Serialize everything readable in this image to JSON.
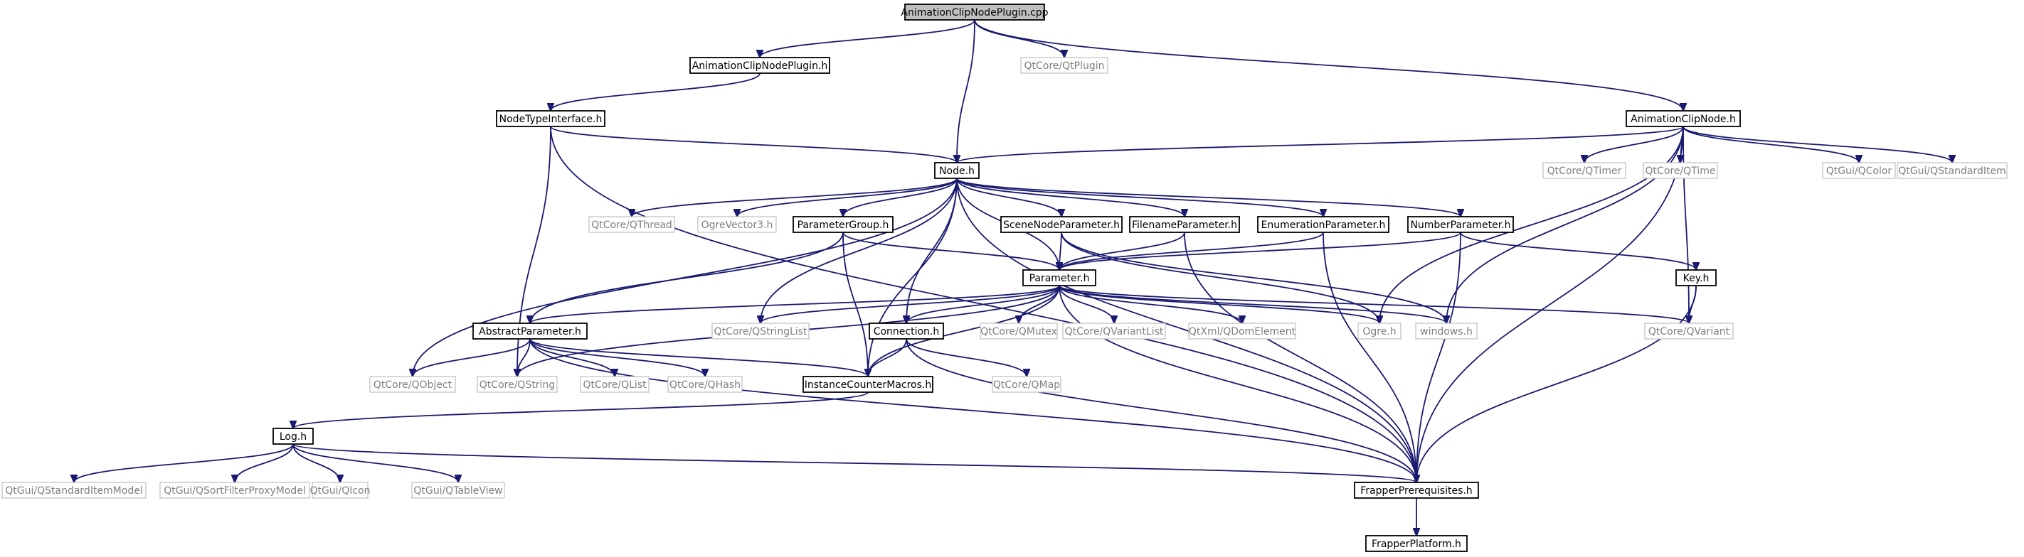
{
  "diagram": {
    "nodes": [
      {
        "id": "root",
        "label": "AnimationClipNodePlugin.cpp",
        "kind": "root"
      },
      {
        "id": "acnp",
        "label": "AnimationClipNodePlugin.h",
        "kind": "doc"
      },
      {
        "id": "qtplugin",
        "label": "QtCore/QtPlugin",
        "kind": "ext"
      },
      {
        "id": "nti",
        "label": "NodeTypeInterface.h",
        "kind": "doc"
      },
      {
        "id": "acn",
        "label": "AnimationClipNode.h",
        "kind": "doc"
      },
      {
        "id": "node",
        "label": "Node.h",
        "kind": "doc"
      },
      {
        "id": "qtimer",
        "label": "QtCore/QTimer",
        "kind": "ext"
      },
      {
        "id": "qtime",
        "label": "QtCore/QTime",
        "kind": "ext"
      },
      {
        "id": "qcolor",
        "label": "QtGui/QColor",
        "kind": "ext"
      },
      {
        "id": "qsi",
        "label": "QtGui/QStandardItem",
        "kind": "ext"
      },
      {
        "id": "qthread",
        "label": "QtCore/QThread",
        "kind": "ext"
      },
      {
        "id": "ov3",
        "label": "OgreVector3.h",
        "kind": "ext"
      },
      {
        "id": "pg",
        "label": "ParameterGroup.h",
        "kind": "doc"
      },
      {
        "id": "snp",
        "label": "SceneNodeParameter.h",
        "kind": "doc"
      },
      {
        "id": "fnp",
        "label": "FilenameParameter.h",
        "kind": "doc"
      },
      {
        "id": "enp",
        "label": "EnumerationParameter.h",
        "kind": "doc"
      },
      {
        "id": "nump",
        "label": "NumberParameter.h",
        "kind": "doc"
      },
      {
        "id": "param",
        "label": "Parameter.h",
        "kind": "doc"
      },
      {
        "id": "key",
        "label": "Key.h",
        "kind": "doc"
      },
      {
        "id": "absp",
        "label": "AbstractParameter.h",
        "kind": "doc"
      },
      {
        "id": "qsl",
        "label": "QtCore/QStringList",
        "kind": "ext"
      },
      {
        "id": "conn",
        "label": "Connection.h",
        "kind": "doc"
      },
      {
        "id": "qmutex",
        "label": "QtCore/QMutex",
        "kind": "ext"
      },
      {
        "id": "qvl",
        "label": "QtCore/QVariantList",
        "kind": "ext"
      },
      {
        "id": "qdom",
        "label": "QtXml/QDomElement",
        "kind": "ext"
      },
      {
        "id": "ogre",
        "label": "Ogre.h",
        "kind": "ext"
      },
      {
        "id": "windows",
        "label": "windows.h",
        "kind": "ext"
      },
      {
        "id": "qvariant",
        "label": "QtCore/QVariant",
        "kind": "ext"
      },
      {
        "id": "qobject",
        "label": "QtCore/QObject",
        "kind": "ext"
      },
      {
        "id": "qstring",
        "label": "QtCore/QString",
        "kind": "ext"
      },
      {
        "id": "qlist",
        "label": "QtCore/QList",
        "kind": "ext"
      },
      {
        "id": "qhash",
        "label": "QtCore/QHash",
        "kind": "ext"
      },
      {
        "id": "icm",
        "label": "InstanceCounterMacros.h",
        "kind": "doc"
      },
      {
        "id": "qmap",
        "label": "QtCore/QMap",
        "kind": "ext"
      },
      {
        "id": "log",
        "label": "Log.h",
        "kind": "doc"
      },
      {
        "id": "qsim",
        "label": "QtGui/QStandardItemModel",
        "kind": "ext"
      },
      {
        "id": "qsfpm",
        "label": "QtGui/QSortFilterProxyModel",
        "kind": "ext"
      },
      {
        "id": "qicon",
        "label": "QtGui/QIcon",
        "kind": "ext"
      },
      {
        "id": "qtv",
        "label": "QtGui/QTableView",
        "kind": "ext"
      },
      {
        "id": "fp",
        "label": "FrapperPrerequisites.h",
        "kind": "doc"
      },
      {
        "id": "fplat",
        "label": "FrapperPlatform.h",
        "kind": "doc"
      }
    ],
    "edges": [
      [
        "root",
        "acnp"
      ],
      [
        "root",
        "qtplugin"
      ],
      [
        "root",
        "node"
      ],
      [
        "root",
        "acn"
      ],
      [
        "acnp",
        "nti"
      ],
      [
        "nti",
        "node"
      ],
      [
        "nti",
        "fp"
      ],
      [
        "nti",
        "qstring"
      ],
      [
        "acn",
        "node"
      ],
      [
        "acn",
        "qtimer"
      ],
      [
        "acn",
        "qtime"
      ],
      [
        "acn",
        "qcolor"
      ],
      [
        "acn",
        "qsi"
      ],
      [
        "acn",
        "ogre"
      ],
      [
        "acn",
        "windows"
      ],
      [
        "acn",
        "qvariant"
      ],
      [
        "acn",
        "fp"
      ],
      [
        "node",
        "qthread"
      ],
      [
        "node",
        "ov3"
      ],
      [
        "node",
        "pg"
      ],
      [
        "node",
        "snp"
      ],
      [
        "node",
        "fnp"
      ],
      [
        "node",
        "enp"
      ],
      [
        "node",
        "nump"
      ],
      [
        "node",
        "param"
      ],
      [
        "node",
        "qsl"
      ],
      [
        "node",
        "conn"
      ],
      [
        "node",
        "qobject"
      ],
      [
        "node",
        "icm"
      ],
      [
        "node",
        "fp"
      ],
      [
        "pg",
        "param"
      ],
      [
        "pg",
        "absp"
      ],
      [
        "pg",
        "icm"
      ],
      [
        "snp",
        "param"
      ],
      [
        "snp",
        "ogre"
      ],
      [
        "snp",
        "windows"
      ],
      [
        "fnp",
        "param"
      ],
      [
        "fnp",
        "fp"
      ],
      [
        "enp",
        "param"
      ],
      [
        "enp",
        "fp"
      ],
      [
        "nump",
        "param"
      ],
      [
        "nump",
        "key"
      ],
      [
        "nump",
        "fp"
      ],
      [
        "key",
        "qvariant"
      ],
      [
        "key",
        "fp"
      ],
      [
        "param",
        "absp"
      ],
      [
        "param",
        "qsl"
      ],
      [
        "param",
        "conn"
      ],
      [
        "param",
        "qmutex"
      ],
      [
        "param",
        "qvl"
      ],
      [
        "param",
        "qdom"
      ],
      [
        "param",
        "ogre"
      ],
      [
        "param",
        "windows"
      ],
      [
        "param",
        "qvariant"
      ],
      [
        "param",
        "qstring"
      ],
      [
        "param",
        "icm"
      ],
      [
        "param",
        "fp"
      ],
      [
        "absp",
        "qobject"
      ],
      [
        "absp",
        "qstring"
      ],
      [
        "absp",
        "qlist"
      ],
      [
        "absp",
        "qhash"
      ],
      [
        "absp",
        "icm"
      ],
      [
        "absp",
        "fp"
      ],
      [
        "conn",
        "icm"
      ],
      [
        "conn",
        "qmap"
      ],
      [
        "conn",
        "fp"
      ],
      [
        "icm",
        "log"
      ],
      [
        "log",
        "qsim"
      ],
      [
        "log",
        "qsfpm"
      ],
      [
        "log",
        "qicon"
      ],
      [
        "log",
        "qtv"
      ],
      [
        "log",
        "fp"
      ],
      [
        "fp",
        "fplat"
      ]
    ]
  },
  "colors": {
    "edge": "#191970",
    "root_fill": "#bfbfbf",
    "ext_border": "#bfbfbf",
    "ext_text": "#7f7f7f"
  }
}
